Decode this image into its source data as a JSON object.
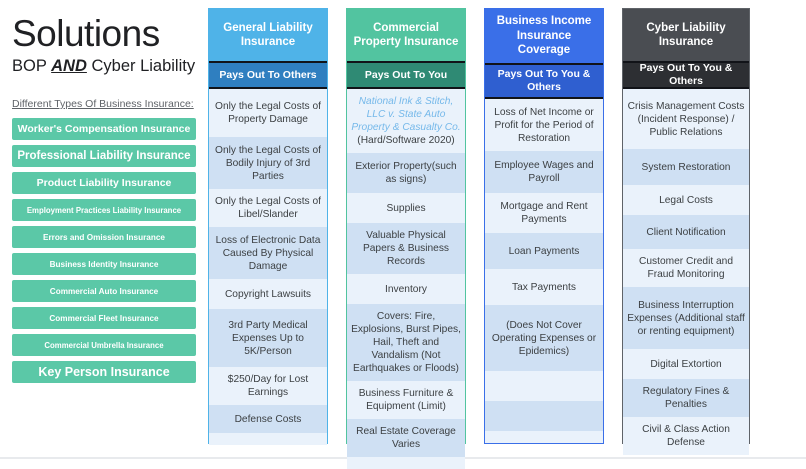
{
  "header": {
    "title": "Solutions",
    "subtitle_pre": "BOP ",
    "subtitle_emph": "AND",
    "subtitle_post": " Cyber Liability"
  },
  "sidebar": {
    "section_label": "Different Types Of Business Insurance:",
    "items": [
      {
        "label": "Worker's Compensation Insurance",
        "size": "s-11"
      },
      {
        "label": "Professional Liability Insurance",
        "size": "s-12"
      },
      {
        "label": "Product Liability Insurance",
        "size": "s-11"
      },
      {
        "label": "Employment Practices Liability Insurance",
        "size": "s-85"
      },
      {
        "label": "Errors and Omission Insurance",
        "size": "s-9"
      },
      {
        "label": "Business Identity Insurance",
        "size": "s-9"
      },
      {
        "label": "Commercial Auto Insurance",
        "size": "s-9"
      },
      {
        "label": "Commercial Fleet Insurance",
        "size": "s-9"
      },
      {
        "label": "Commercial Umbrella Insurance",
        "size": "s-85"
      },
      {
        "label": "Key Person Insurance",
        "size": "s-13"
      }
    ],
    "pill_color": "#5bc8a7"
  },
  "columns": [
    {
      "key": "general_liability",
      "title": "General Liability Insurance",
      "payout": "Pays Out To Others",
      "accent": "#4fb3e8",
      "rows": [
        "Only the Legal Costs of Property Damage",
        "Only the Legal Costs of Bodily Injury of 3rd Parties",
        "Only the Legal Costs of Libel/Slander",
        "Loss of Electronic Data Caused By Physical Damage",
        "Copyright Lawsuits",
        "3rd Party Medical Expenses Up to 5K/Person",
        "$250/Day for Lost Earnings",
        "Defense Costs"
      ]
    },
    {
      "key": "commercial_property",
      "title": "Commercial Property Insurance",
      "payout": "Pays Out To You",
      "accent": "#52c4a0",
      "rows": [
        "(Hard/Software 2020)",
        "Exterior Property(such as signs)",
        "Supplies",
        "Valuable Physical Papers & Business Records",
        "Inventory",
        "Covers: Fire, Explosions, Burst Pipes, Hail, Theft and Vandalism (Not Earthquakes or Floods)",
        "Business Furniture & Equipment (Limit)",
        "Real Estate Coverage Varies"
      ],
      "case_citation": "National Ink & Stitch, LLC v. State Auto Property & Casualty Co."
    },
    {
      "key": "business_income",
      "title": "Business Income Insurance Coverage",
      "payout": "Pays Out To You & Others",
      "accent": "#3a6fe8",
      "rows": [
        "Loss of Net Income or Profit for the Period of Restoration",
        "Employee Wages and Payroll",
        "Mortgage and Rent Payments",
        "Loan Payments",
        "Tax Payments",
        "(Does Not Cover Operating Expenses or Epidemics)"
      ]
    },
    {
      "key": "cyber_liability",
      "title": "Cyber Liability Insurance",
      "payout": "Pays Out To You & Others",
      "accent": "#4a4d52",
      "rows": [
        "Crisis Management Costs (Incident Response) / Public Relations",
        "System Restoration",
        "Legal Costs",
        "Client Notification",
        "Customer Credit and Fraud Monitoring",
        "Business Interruption Expenses (Additional staff or renting equipment)",
        "Digital Extortion",
        "Regulatory Fines & Penalties",
        "Civil & Class Action Defense"
      ]
    }
  ]
}
